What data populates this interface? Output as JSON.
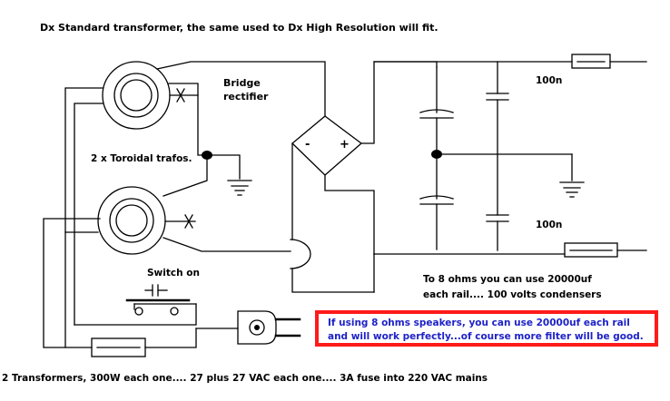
{
  "header": {
    "title": "Dx Standard transformer, the same used to Dx High Resolution will fit."
  },
  "labels": {
    "bridge_line1": "Bridge",
    "bridge_line2": "rectifier",
    "toroids": "2 x Toroidal trafos.",
    "cap_top": "100n",
    "cap_bottom": "100n",
    "minus": "-",
    "plus": "+",
    "switch": "Switch on",
    "speakers_line1": "To 8 ohms you can use 20000uf",
    "speakers_line2": "each rail.... 100 volts condensers"
  },
  "note": {
    "line1": "If using 8 ohms speakers, you can use 20000uf each rail",
    "line2": "and will work perfectly...of course more filter will be good."
  },
  "footer": {
    "text": "2 Transformers, 300W each one.... 27 plus 27 VAC each one.... 3A fuse into 220 VAC mains"
  },
  "colors": {
    "wire": "#000000",
    "note_border": "#ff1a1a",
    "note_text": "#1e22c8",
    "background": "#ffffff"
  }
}
